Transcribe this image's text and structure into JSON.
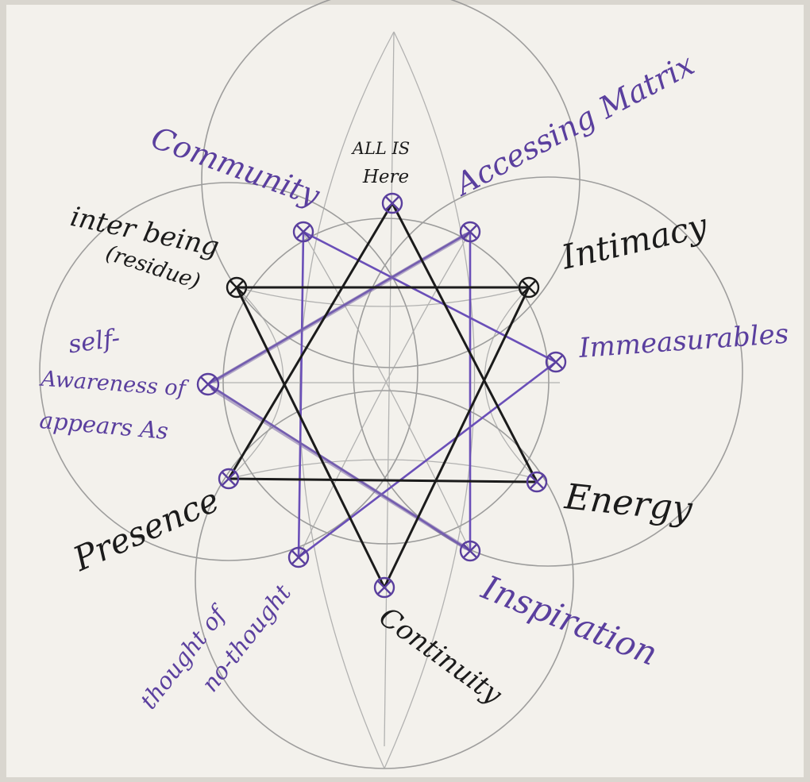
{
  "colors": {
    "paper": "#f3f1ec",
    "pencil": "#8f8f8f",
    "ink_black": "#1b1b1b",
    "ink_purple": "#6a4fb8",
    "label_purple": "#5a3f9e"
  },
  "labels": {
    "all_is_here_1": "ALL IS",
    "all_is_here_2": "Here",
    "community": "Community",
    "accessing_matrix": "Accessing Matrix",
    "inter_being_1": "inter being",
    "inter_being_2": "(residue)",
    "intimacy": "Intimacy",
    "self_1": "self-",
    "self_2": "Awareness of",
    "self_3": "appears As",
    "immeasurables": "Immeasurables",
    "presence": "Presence",
    "energy": "Energy",
    "thought_1": "thought of",
    "thought_2": "no-thought",
    "continuity": "Continuity",
    "inspiration": "Inspiration"
  }
}
